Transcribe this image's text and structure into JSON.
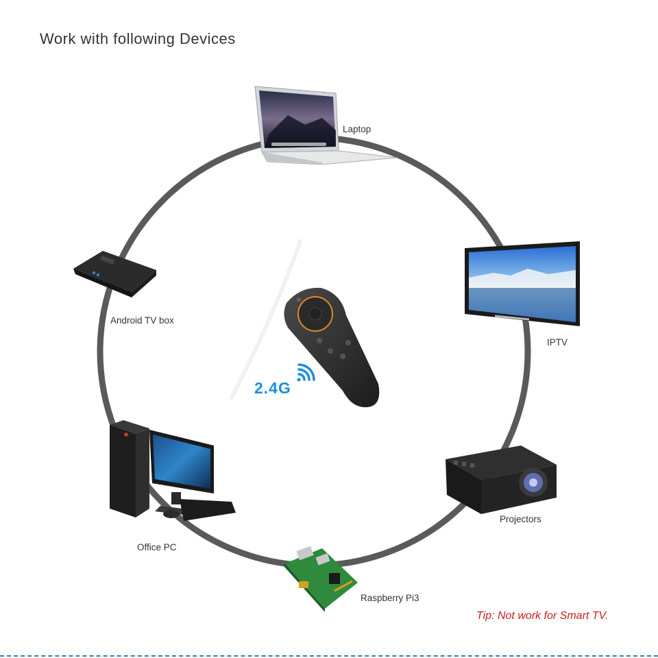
{
  "title": "Work with following Devices",
  "center": {
    "badge": "2.4G"
  },
  "devices": [
    {
      "label": "Laptop",
      "icon": "laptop-icon"
    },
    {
      "label": "Android TV box",
      "icon": "tv-box-icon"
    },
    {
      "label": "IPTV",
      "icon": "tv-icon"
    },
    {
      "label": "Office PC",
      "icon": "desktop-pc-icon"
    },
    {
      "label": "Projectors",
      "icon": "projector-icon"
    },
    {
      "label": "Raspberry Pi3",
      "icon": "circuit-board-icon"
    }
  ],
  "tip": "Tip: Not work for Smart TV.",
  "colors": {
    "ring": "#5a5a5a",
    "badge": "#1b8fd9",
    "tip": "#c8201c"
  }
}
